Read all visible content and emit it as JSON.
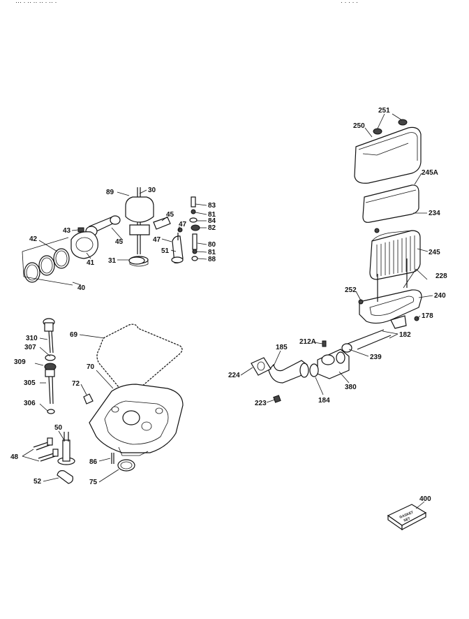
{
  "header_fragment": "··· ·  ·· ·· ·· · ·· ·",
  "header_fragment_right": "· · · · ·",
  "callouts": [
    {
      "id": "c251",
      "text": "251"
    },
    {
      "id": "c250",
      "text": "250"
    },
    {
      "id": "c245A",
      "text": "245A"
    },
    {
      "id": "c234",
      "text": "234"
    },
    {
      "id": "c245",
      "text": "245"
    },
    {
      "id": "c228",
      "text": "228"
    },
    {
      "id": "c252",
      "text": "252"
    },
    {
      "id": "c240",
      "text": "240"
    },
    {
      "id": "c178",
      "text": "178"
    },
    {
      "id": "c182",
      "text": "182"
    },
    {
      "id": "c212A",
      "text": "212A"
    },
    {
      "id": "c185",
      "text": "185"
    },
    {
      "id": "c239",
      "text": "239"
    },
    {
      "id": "c224",
      "text": "224"
    },
    {
      "id": "c380",
      "text": "380"
    },
    {
      "id": "c184",
      "text": "184"
    },
    {
      "id": "c223",
      "text": "223"
    },
    {
      "id": "c89",
      "text": "89"
    },
    {
      "id": "c30",
      "text": "30"
    },
    {
      "id": "c45a",
      "text": "45"
    },
    {
      "id": "c47a",
      "text": "47"
    },
    {
      "id": "c45b",
      "text": "45"
    },
    {
      "id": "c47b",
      "text": "47"
    },
    {
      "id": "c51",
      "text": "51"
    },
    {
      "id": "c31",
      "text": "31"
    },
    {
      "id": "c43",
      "text": "43"
    },
    {
      "id": "c42",
      "text": "42"
    },
    {
      "id": "c41",
      "text": "41"
    },
    {
      "id": "c40",
      "text": "40"
    },
    {
      "id": "c83",
      "text": "83"
    },
    {
      "id": "c81a",
      "text": "81"
    },
    {
      "id": "c84",
      "text": "84"
    },
    {
      "id": "c82",
      "text": "82"
    },
    {
      "id": "c80",
      "text": "80"
    },
    {
      "id": "c81b",
      "text": "81"
    },
    {
      "id": "c88",
      "text": "88"
    },
    {
      "id": "c310",
      "text": "310"
    },
    {
      "id": "c307",
      "text": "307"
    },
    {
      "id": "c309",
      "text": "309"
    },
    {
      "id": "c305",
      "text": "305"
    },
    {
      "id": "c306",
      "text": "306"
    },
    {
      "id": "c69",
      "text": "69"
    },
    {
      "id": "c70",
      "text": "70"
    },
    {
      "id": "c72",
      "text": "72"
    },
    {
      "id": "c50",
      "text": "50"
    },
    {
      "id": "c48",
      "text": "48"
    },
    {
      "id": "c52",
      "text": "52"
    },
    {
      "id": "c86",
      "text": "86"
    },
    {
      "id": "c75",
      "text": "75"
    },
    {
      "id": "c400",
      "text": "400"
    }
  ],
  "gasket_set_label_line1": "GASKET",
  "gasket_set_label_line2": "SET"
}
